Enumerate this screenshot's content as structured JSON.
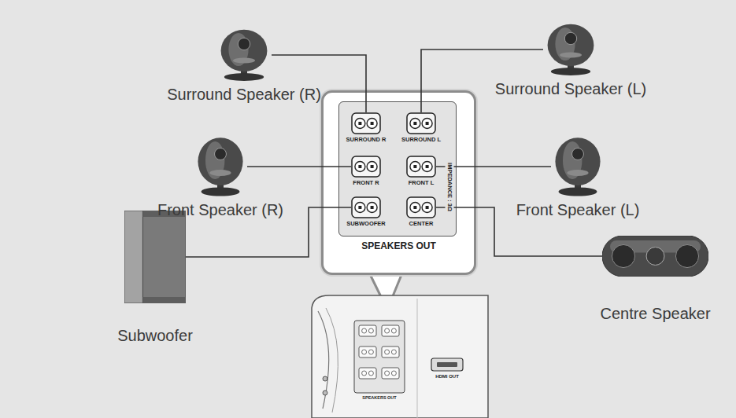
{
  "diagram": {
    "nodes": [
      {
        "text": [
          "SPEAKERS OUT",
          "IMPEDANCE : 3Ω"
        ]
      },
      {
        "text": [
          "SURROUND R"
        ],
        "in": 0
      },
      {
        "text": [
          "SURROUND L"
        ],
        "in": 0
      },
      {
        "text": [
          "FRONT R"
        ],
        "in": 0
      },
      {
        "text": [
          "FRONT L"
        ],
        "in": 0
      },
      {
        "text": [
          "SUBWOOFER"
        ],
        "in": 0
      },
      {
        "text": [
          "CENTER"
        ],
        "in": 0
      },
      {
        "text": [
          "Surround Speaker (R)"
        ]
      },
      {
        "text": [
          "Surround Speaker (L)"
        ]
      },
      {
        "text": [
          "Front Speaker (R)"
        ]
      },
      {
        "text": [
          "Front Speaker (L)"
        ]
      },
      {
        "text": [
          "Subwoofer"
        ]
      },
      {
        "text": [
          "Centre Speaker"
        ]
      }
    ],
    "edges": [
      {
        "from": 7,
        "to": 1,
        "arrow": "none"
      },
      {
        "from": 8,
        "to": 2,
        "arrow": "none"
      },
      {
        "from": 9,
        "to": 3,
        "arrow": "none"
      },
      {
        "from": 10,
        "to": 4,
        "arrow": "none"
      },
      {
        "from": 11,
        "to": 5,
        "arrow": "none"
      },
      {
        "from": 12,
        "to": 6,
        "arrow": "none"
      }
    ],
    "labels": [
      "HDMI OUT",
      "SPEAKERS OUT"
    ]
  }
}
